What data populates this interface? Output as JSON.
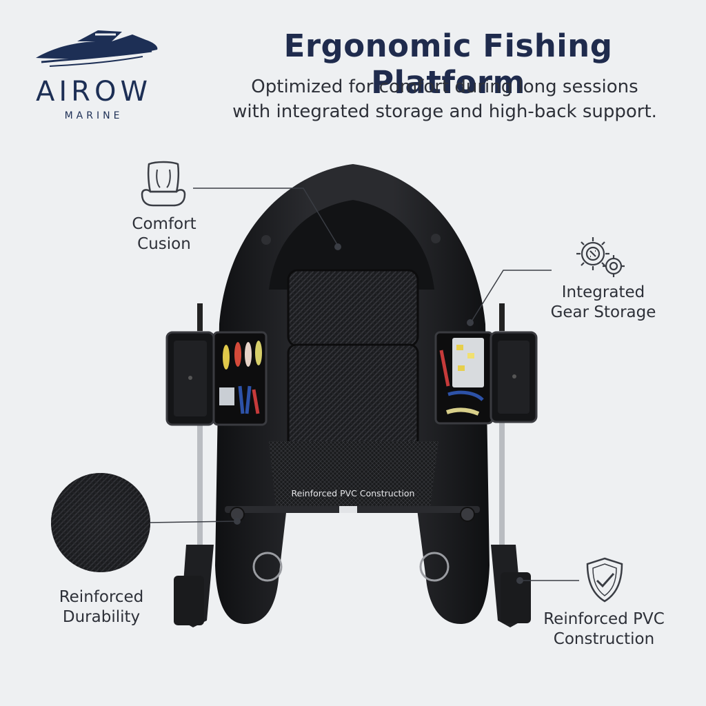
{
  "brand": {
    "name": "AIROW",
    "sub": "MARINE",
    "navy": "#1d2f55"
  },
  "header": {
    "title": "Ergonomic Fishing Platform",
    "subtitle_line1": "Optimized for comfort during long sessions",
    "subtitle_line2": "with integrated storage and high-back support."
  },
  "callouts": {
    "comfort": {
      "line1": "Comfort",
      "line2": "Cusion",
      "icon": "seat-cushion-icon"
    },
    "storage": {
      "line1": "Integrated",
      "line2": "Gear Storage",
      "icon": "gears-icon"
    },
    "durability": {
      "line1": "Reinforced",
      "line2": "Durability",
      "icon": "fabric-texture-swatch"
    },
    "pvc": {
      "line1": "Reinforced PVC",
      "line2": "Construction",
      "icon": "shield-check-icon"
    }
  },
  "boat": {
    "apron_label": "Reinforced PVC Construction"
  },
  "colors": {
    "background": "#eef0f2",
    "hull": "#1c1d20",
    "text": "#2d3038"
  }
}
